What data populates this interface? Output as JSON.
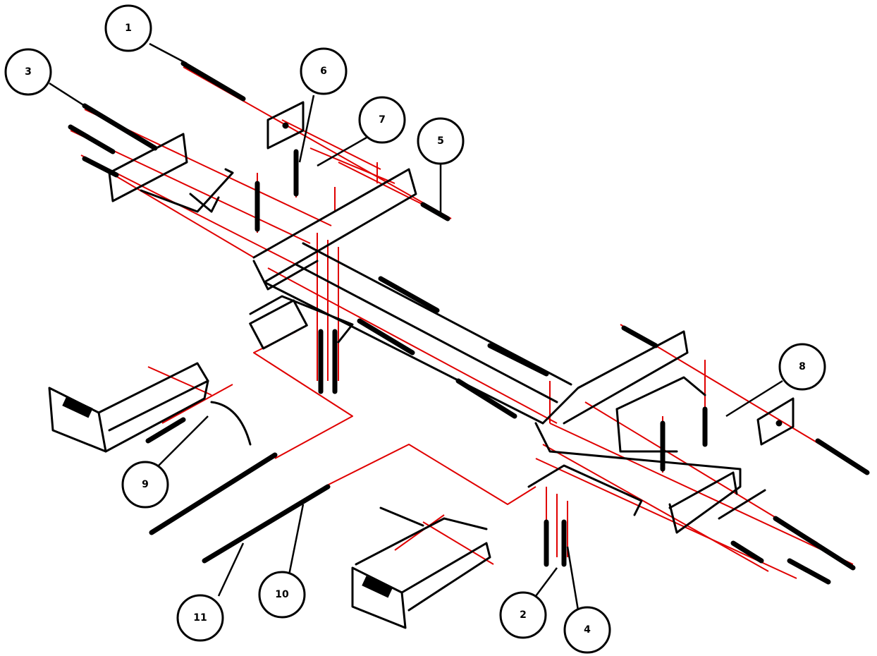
{
  "diagram": {
    "colors": {
      "parts": "#000000",
      "assembly_lines": "#e00000",
      "background": "#ffffff"
    },
    "callouts": [
      {
        "id": "c1",
        "label": "1"
      },
      {
        "id": "c3a",
        "label": "3"
      },
      {
        "id": "c6",
        "label": "6"
      },
      {
        "id": "c7",
        "label": "7"
      },
      {
        "id": "c5",
        "label": "5"
      },
      {
        "id": "c8",
        "label": "8"
      },
      {
        "id": "c9",
        "label": "9"
      },
      {
        "id": "c2",
        "label": "2"
      },
      {
        "id": "c4",
        "label": "4"
      },
      {
        "id": "c10",
        "label": "10"
      },
      {
        "id": "c11",
        "label": "11"
      }
    ]
  }
}
